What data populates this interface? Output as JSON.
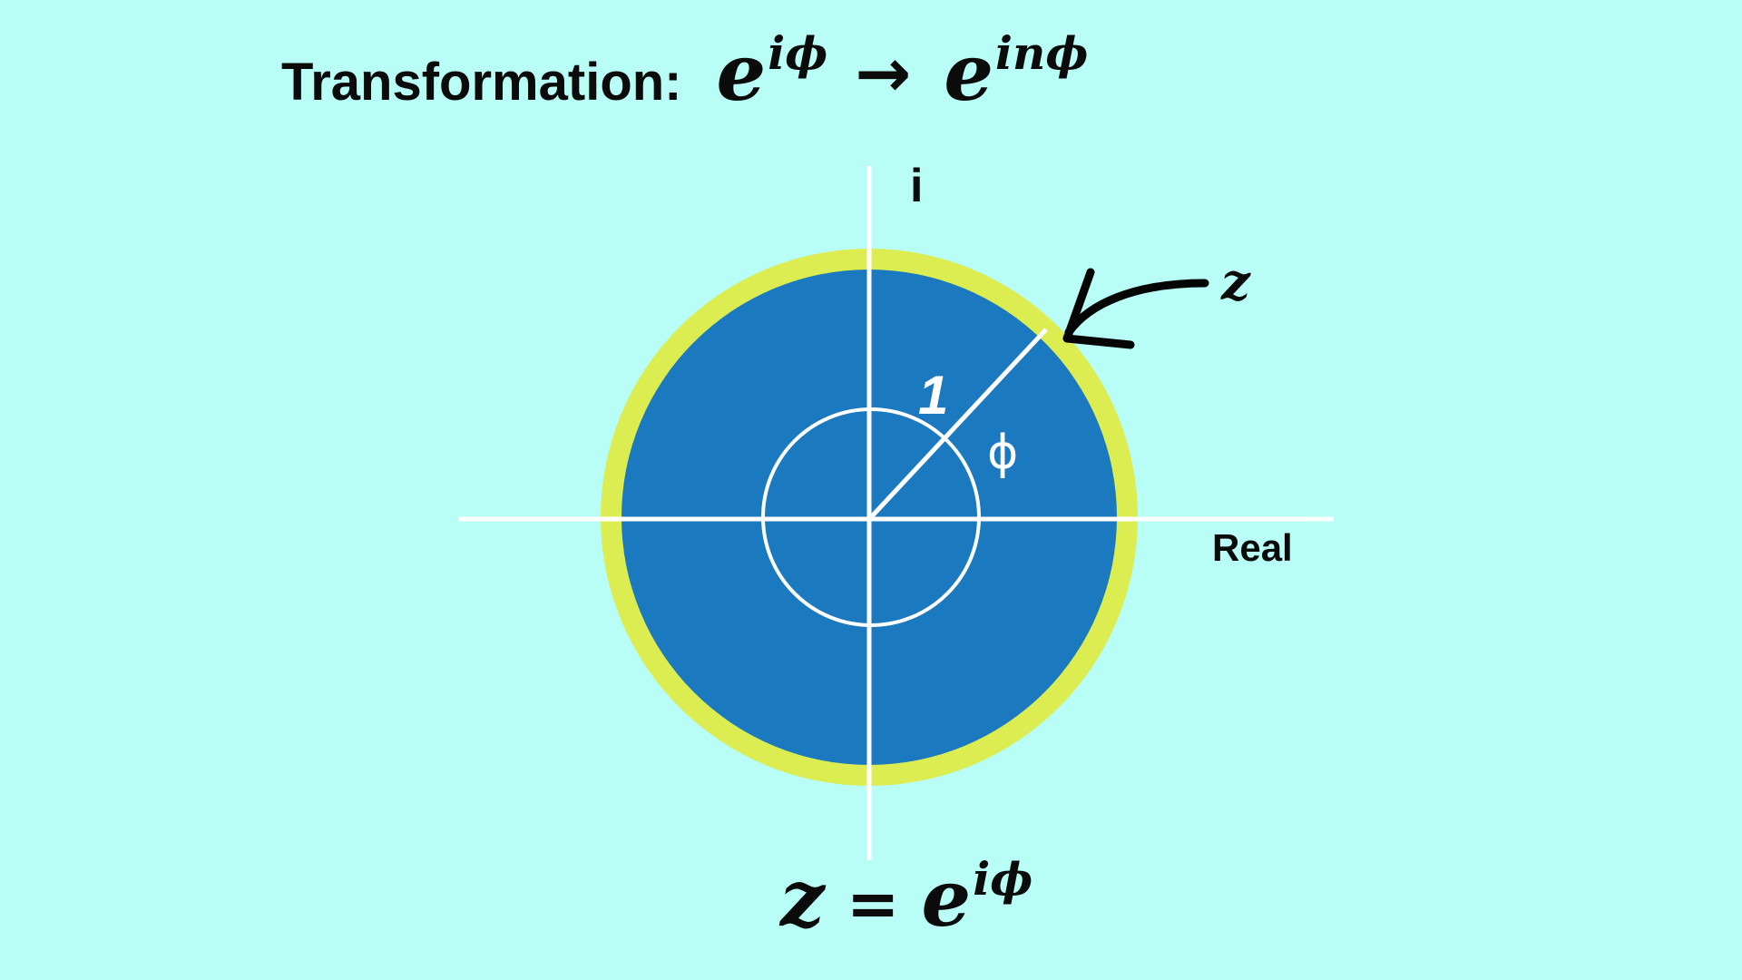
{
  "title": {
    "label": "Transformation:",
    "lhs_base": "e",
    "lhs_exp": "iϕ",
    "arrow": "→",
    "rhs_base": "e",
    "rhs_exp": "inϕ"
  },
  "axes": {
    "vertical_label": "i",
    "horizontal_label": "Real"
  },
  "annotations": {
    "point_label": "z",
    "radius_label": "1",
    "angle_label": "ϕ"
  },
  "caption": {
    "lhs": "z",
    "eq": "=",
    "base": "e",
    "exp": "iϕ"
  },
  "colors": {
    "background": "#b8fdf6",
    "disk_fill": "#1b79bf",
    "ring": "#dced52",
    "lines": "#ffffff",
    "text": "#0b0b0b"
  }
}
